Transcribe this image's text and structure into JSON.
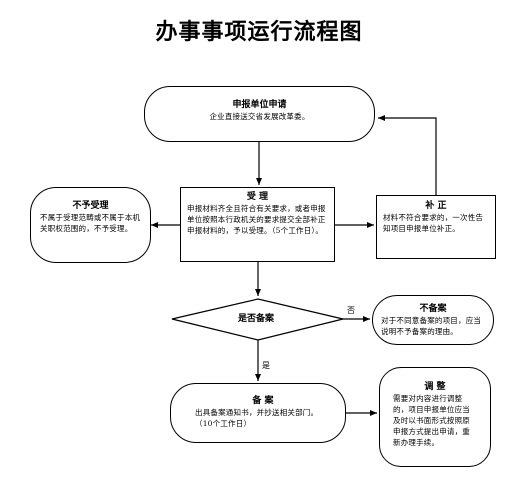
{
  "title": "办事事项运行流程图",
  "nodes": {
    "apply": {
      "title": "申报单位申请",
      "text": "企业直接送交省发展改革委。"
    },
    "accept": {
      "title": "受    理",
      "text": "申报材料齐全且符合有关要求，或者申报单位按照本行政机关的要求提交全部补正申报材料的，予以受理。（5个工作日）。"
    },
    "correct": {
      "title": "补 正",
      "text": "材料不符合要求的，一次性告知项目申报单位补正。"
    },
    "reject": {
      "title": "不予受理",
      "text": "不属于受理范畴或不属于本机关职权范围的，不予受理。"
    },
    "decision": {
      "title": "是否备案"
    },
    "no_record": {
      "title": "不备案",
      "text": "对于不同意备案的项目，应当说明不予备案的理由。"
    },
    "record": {
      "title": "备  案",
      "text": "出具备案通知书，并抄送相关部门。（10个工作日）"
    },
    "adjust": {
      "title": "调  整",
      "text": "需要对内容进行调整的，项目申报单位应当及时以书面形式按照原申报方式提出申请，重新办理手续。"
    }
  },
  "edge_labels": {
    "no": "否",
    "yes": "是"
  }
}
